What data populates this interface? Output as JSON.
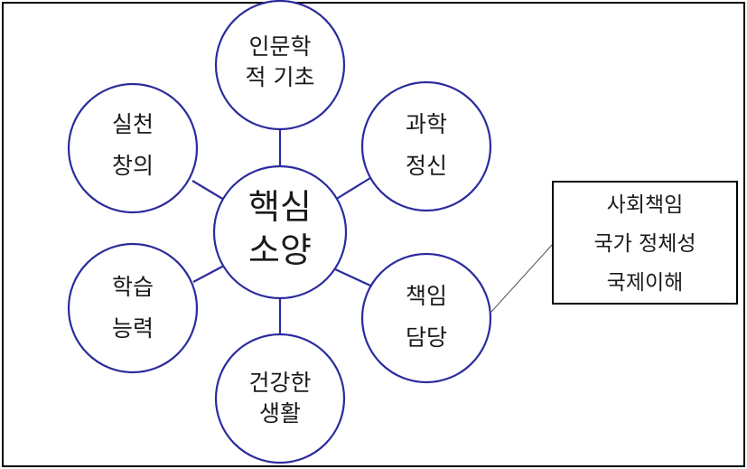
{
  "diagram": {
    "center": {
      "line1": "핵심",
      "line2": "소양"
    },
    "nodes": {
      "humanities": {
        "line1": "인문학",
        "line2": "적 기초"
      },
      "science": {
        "line1": "과학",
        "line2": "정신"
      },
      "responsibility": {
        "line1": "책임",
        "line2": "담당"
      },
      "health": {
        "line1": "건강한",
        "line2": "생활"
      },
      "learning": {
        "line1": "학습",
        "line2": "능력"
      },
      "practice": {
        "line1": "실천",
        "line2": "창의"
      }
    },
    "callout": {
      "line1": "사회책임",
      "line2": "국가 정체성",
      "line3": "국제이해"
    },
    "colors": {
      "circle_stroke": "#2b2b9e",
      "text": "#1a1a1a",
      "frame": "#000000"
    }
  }
}
